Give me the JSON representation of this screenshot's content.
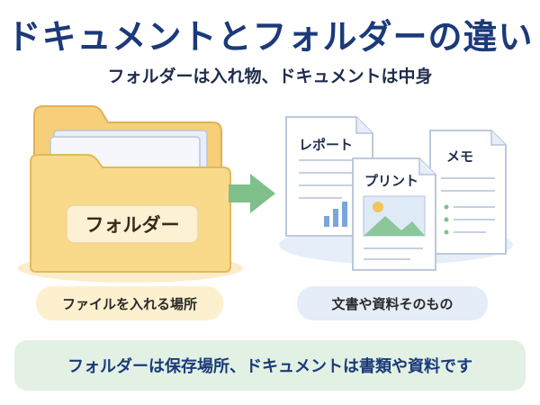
{
  "header": {
    "title": "ドキュメントとフォルダーの違い",
    "subtitle": "フォルダーは入れ物、ドキュメントは中身"
  },
  "folder": {
    "label": "フォルダー",
    "caption": "ファイルを入れる場所"
  },
  "documents": {
    "report_label": "レポート",
    "print_label": "プリント",
    "memo_label": "メモ",
    "caption": "文書や資料そのもの"
  },
  "summary": {
    "text": "フォルダーは保存場所、ドキュメントは書類や資料です"
  },
  "colors": {
    "title": "#1b3a7a",
    "folder_fill": "#f9d98a",
    "folder_stroke": "#e3b95a",
    "arrow": "#7fc08a",
    "bottom_bar": "#e2f1e3"
  }
}
